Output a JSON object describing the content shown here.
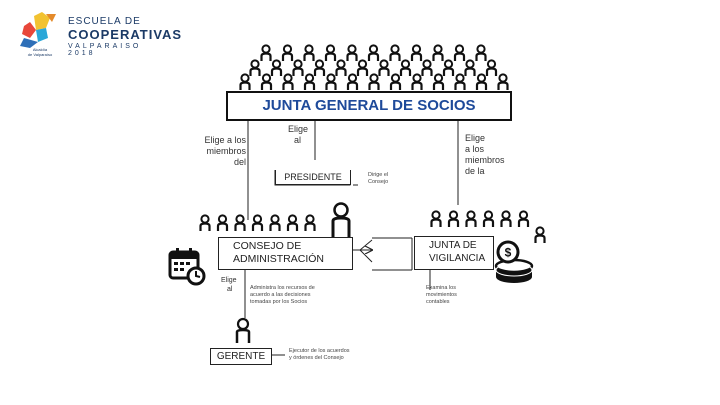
{
  "logo": {
    "line1": "ESCUELA DE",
    "line2": "COOPERATIVAS",
    "line3": "VALPARAISO 2018",
    "badge_line1": "Alcaldía",
    "badge_line2": "de Valparaíso"
  },
  "title": "JUNTA GENERAL DE SOCIOS",
  "labels": {
    "elige_miembros_left": [
      "Elige a los",
      "miembros",
      "del"
    ],
    "elige_al_top": [
      "Elige",
      "al"
    ],
    "elige_miembros_right": [
      "Elige",
      "a los",
      "miembros",
      "de la"
    ],
    "dirige": [
      "Dirige el",
      "Consejo"
    ],
    "elige_al_bottom": [
      "Elige",
      "al"
    ],
    "administra": [
      "Administra los recursos de",
      "acuerdo a las decisiones",
      "tomadas por los Socios"
    ],
    "examina": [
      "Examina los",
      "movimientos",
      "contables"
    ],
    "ejecutor": [
      "Ejecutor de los acuerdos",
      "y órdenes del Consejo"
    ]
  },
  "boxes": {
    "presidente": "PRESIDENTE",
    "consejo": [
      "CONSEJO DE",
      "ADMINISTRACIÓN"
    ],
    "junta_vigilancia": [
      "JUNTA DE",
      "VIGILANCIA"
    ],
    "gerente": "GERENTE"
  },
  "colors": {
    "title_blue": "#1e4a9a",
    "logo_navy": "#1b3a66"
  },
  "icons": [
    "people-icon",
    "person-icon",
    "calendar-clock-icon",
    "money-coins-icon",
    "logo-emblem-icon"
  ]
}
